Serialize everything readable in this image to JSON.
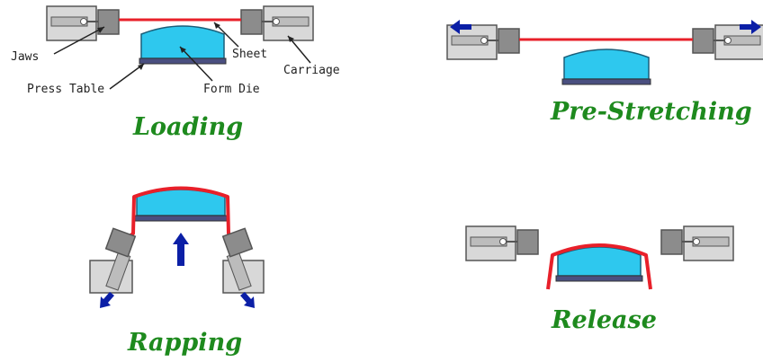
{
  "panels": {
    "loading": {
      "title": "Loading",
      "callouts": {
        "jaws": "Jaws",
        "sheet": "Sheet",
        "carriage": "Carriage",
        "press_table": "Press Table",
        "form_die": "Form Die"
      }
    },
    "pre_stretching": {
      "title": "Pre-Stretching"
    },
    "rapping": {
      "title": "Rapping"
    },
    "release": {
      "title": "Release"
    }
  },
  "colors": {
    "sheet": "#e8202a",
    "die": "#2ec8ee",
    "die_outline": "#1a5f7a",
    "table": "#4a4f80",
    "jaw": "#8c8c8c",
    "carriage": "#d8d8d8",
    "arrow": "#0b1fa6",
    "title": "#1e8a1e"
  },
  "icons": [
    "arrow-left-icon",
    "arrow-right-icon",
    "arrow-up-icon",
    "arrow-down-left-icon",
    "arrow-down-right-icon"
  ]
}
